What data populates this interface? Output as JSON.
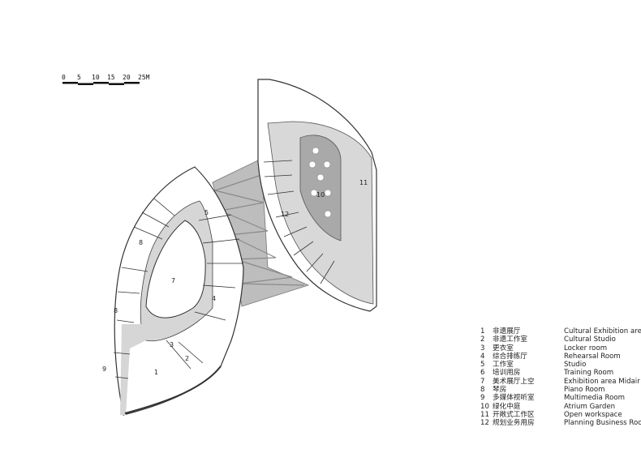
{
  "scale_bar": {
    "ticks": [
      "0",
      "5",
      "10",
      "15",
      "20",
      "25M"
    ]
  },
  "rooms": [
    {
      "num": "1"
    },
    {
      "num": "2"
    },
    {
      "num": "3"
    },
    {
      "num": "4"
    },
    {
      "num": "5"
    },
    {
      "num": "7"
    },
    {
      "num": "8"
    },
    {
      "num": "8"
    },
    {
      "num": "9"
    },
    {
      "num": "10"
    },
    {
      "num": "11"
    },
    {
      "num": "12"
    }
  ],
  "legend": [
    {
      "num": "1",
      "zh": "非遗展厅",
      "en": "Cultural Exhibition area"
    },
    {
      "num": "2",
      "zh": "非遗工作室",
      "en": "Cultural Studio"
    },
    {
      "num": "3",
      "zh": "更衣室",
      "en": "Locker room"
    },
    {
      "num": "4",
      "zh": "综合排练厅",
      "en": "Rehearsal Room"
    },
    {
      "num": "5",
      "zh": "工作室",
      "en": "Studio"
    },
    {
      "num": "6",
      "zh": "培训用房",
      "en": "Training Room"
    },
    {
      "num": "7",
      "zh": "美术展厅上空",
      "en": "Exhibition area Midair"
    },
    {
      "num": "8",
      "zh": "琴房",
      "en": "Piano Room"
    },
    {
      "num": "9",
      "zh": "多媒体视听室",
      "en": "Multimedia Room"
    },
    {
      "num": "10",
      "zh": "绿化中庭",
      "en": "Atrium Garden"
    },
    {
      "num": "11",
      "zh": "开敞式工作区",
      "en": "Open workspace"
    },
    {
      "num": "12",
      "zh": "规划业务用房",
      "en": "Planning Business Room"
    }
  ]
}
